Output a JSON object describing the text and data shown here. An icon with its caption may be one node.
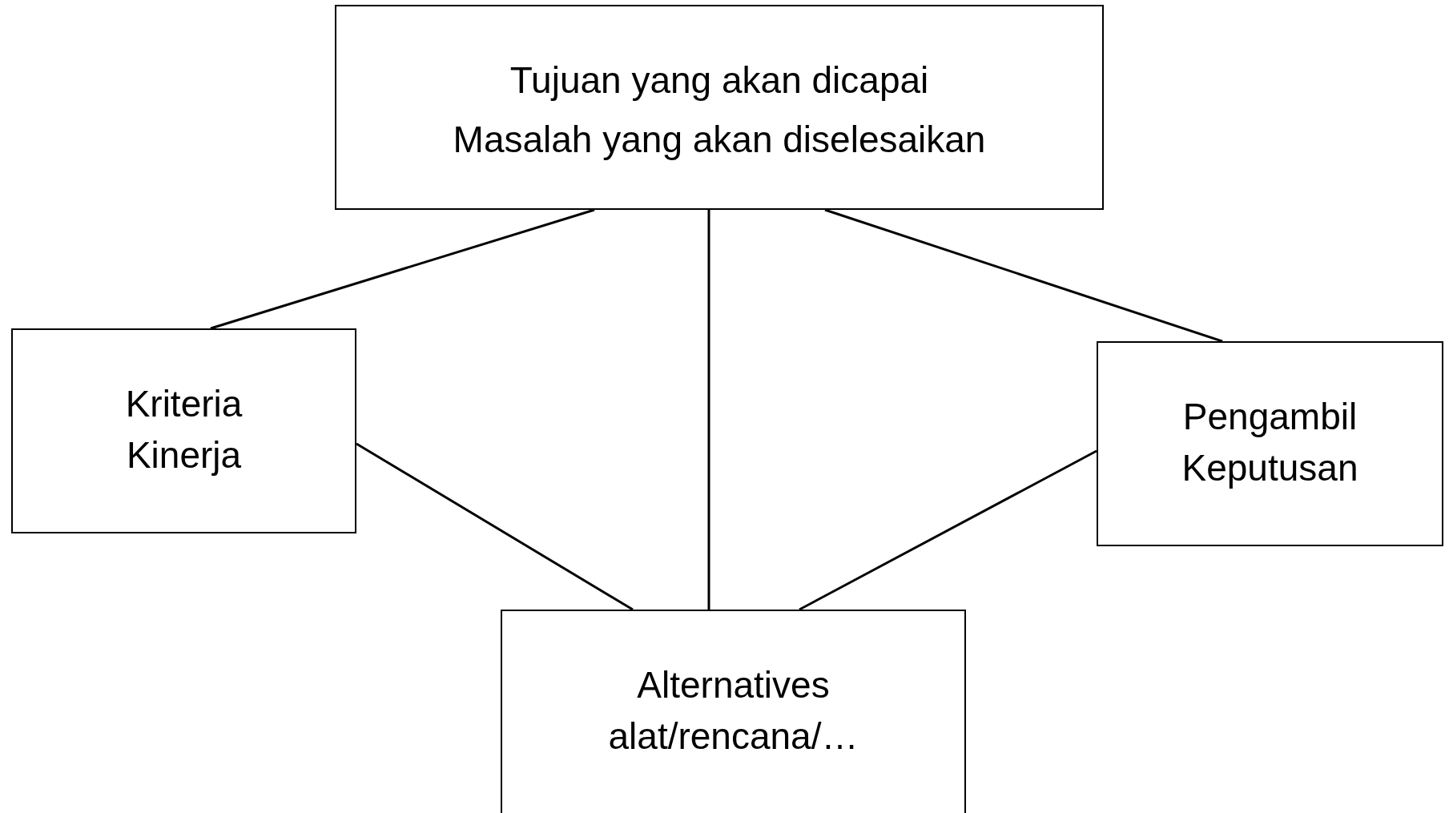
{
  "diagram": {
    "nodes": [
      {
        "text": [
          "Tujuan yang akan dicapai",
          "Masalah yang akan diselesaikan"
        ]
      },
      {
        "text": [
          "Kriteria Kinerja"
        ]
      },
      {
        "text": [
          "Pengambil Keputusan"
        ]
      },
      {
        "text": [
          "Alternatives alat/rencana/…"
        ]
      }
    ],
    "edges": [
      {
        "from": 0,
        "to": 1,
        "arrow": "none"
      },
      {
        "from": 0,
        "to": 3,
        "arrow": "none"
      },
      {
        "from": 0,
        "to": 2,
        "arrow": "none"
      },
      {
        "from": 1,
        "to": 3,
        "arrow": "none"
      },
      {
        "from": 2,
        "to": 3,
        "arrow": "none"
      }
    ]
  }
}
